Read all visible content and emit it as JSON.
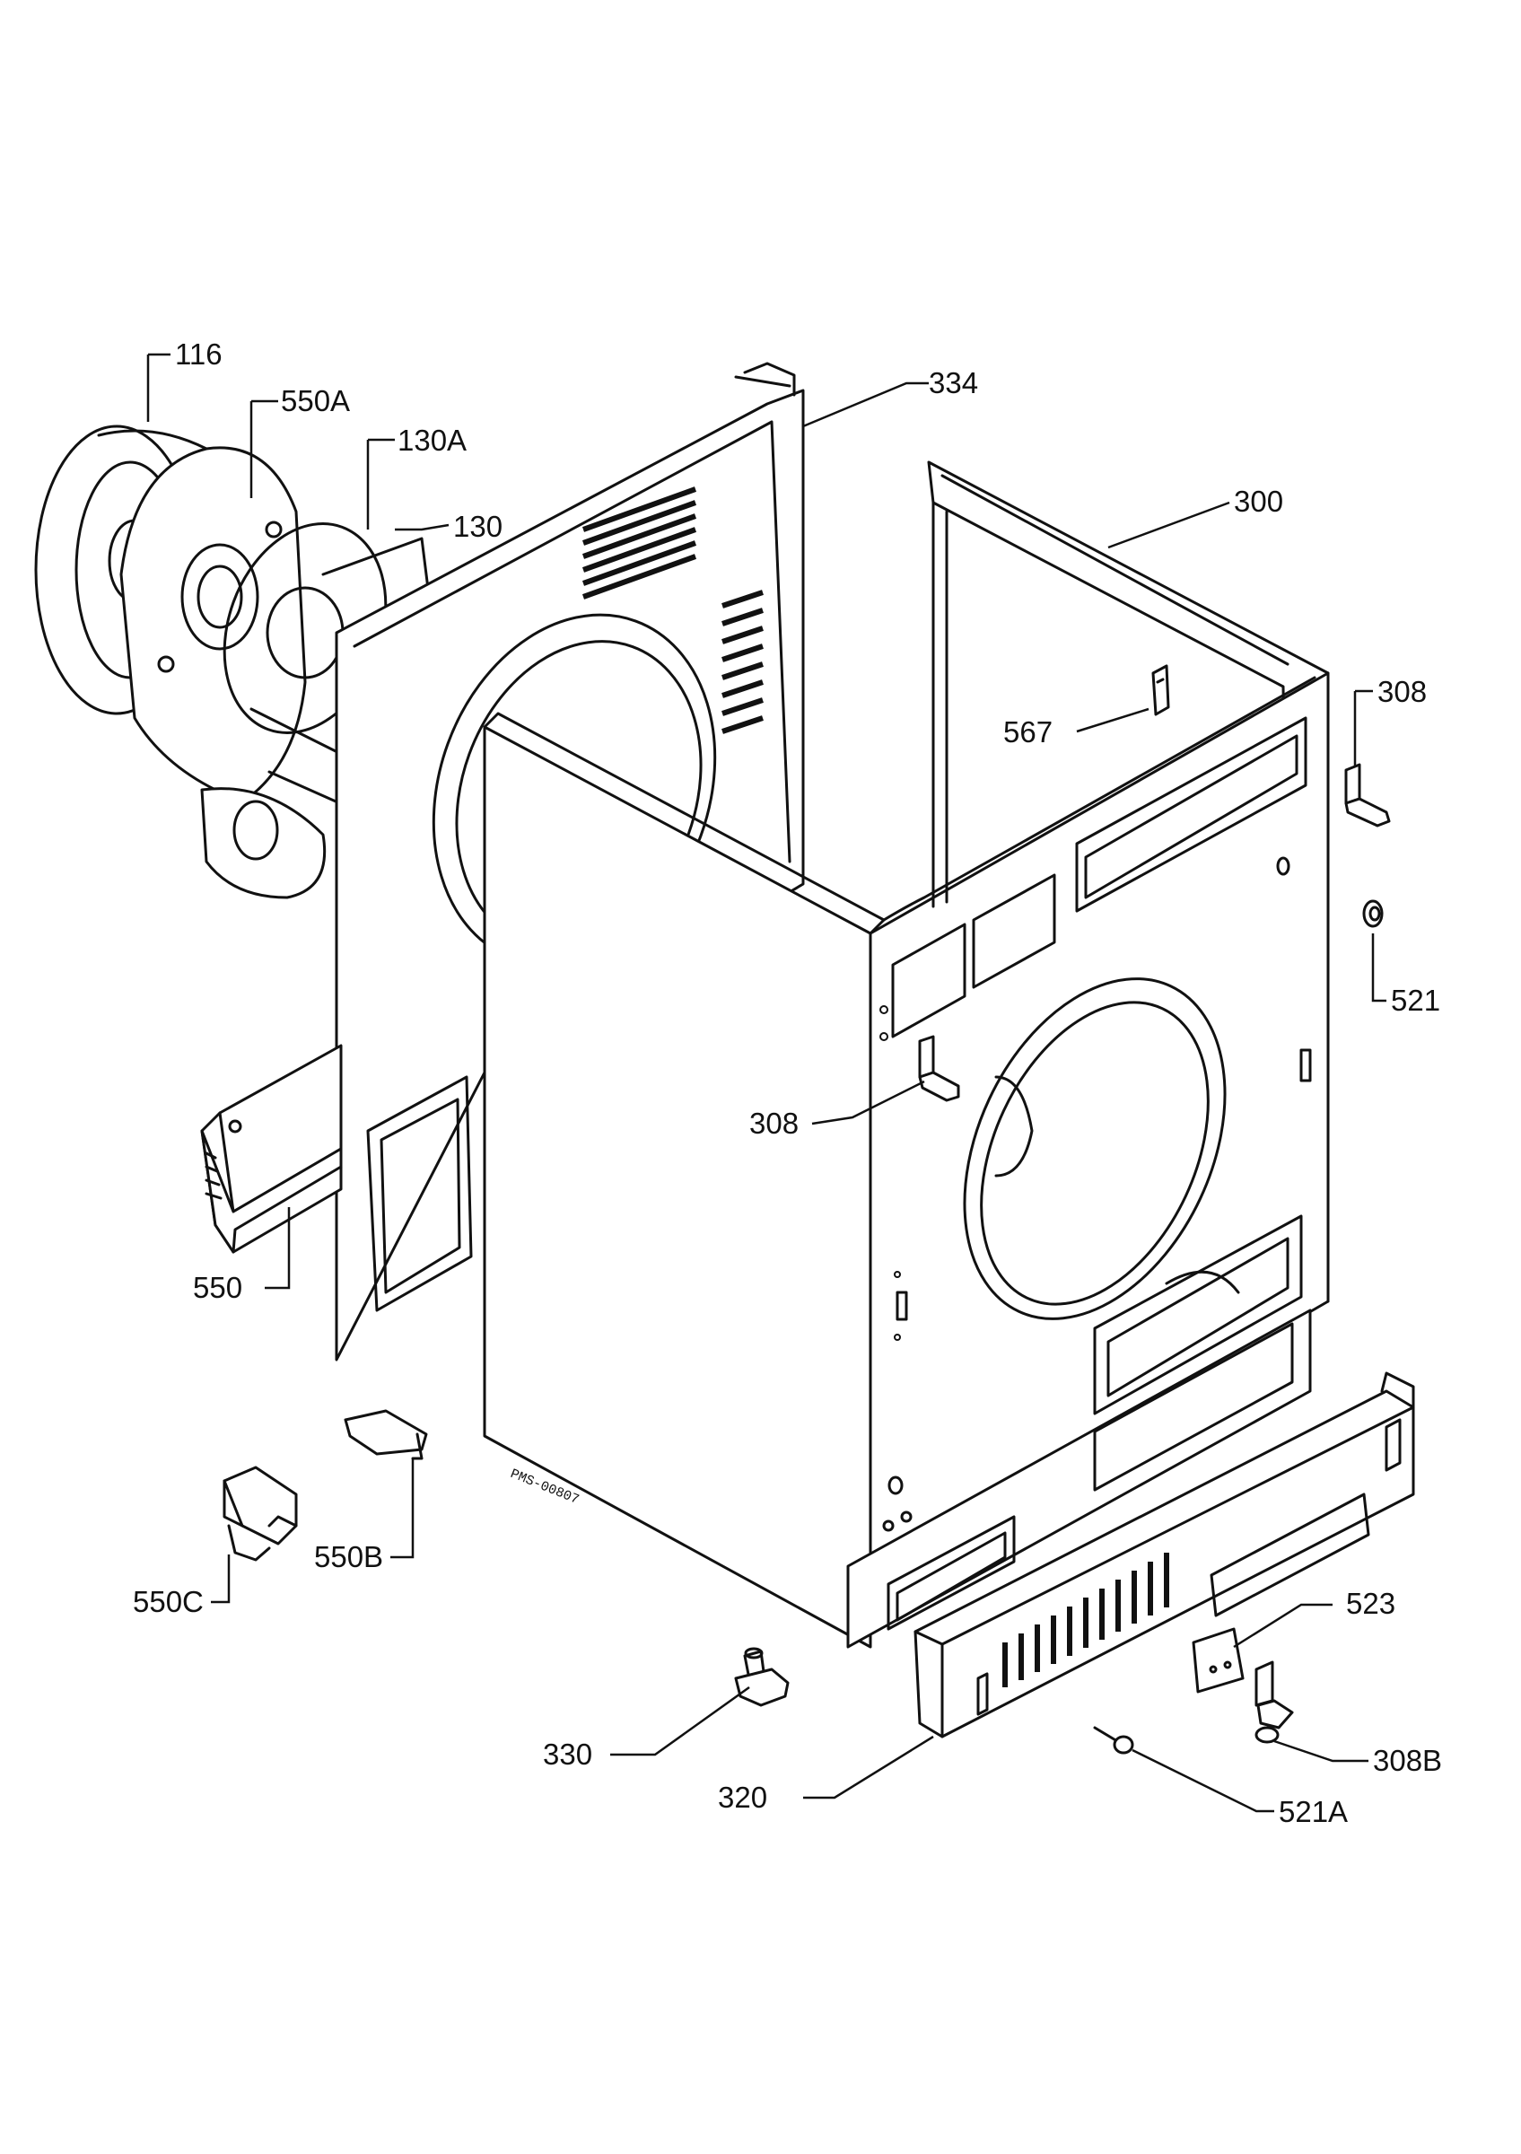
{
  "labels": {
    "l116": "116",
    "l550A": "550A",
    "l130A": "130A",
    "l130": "130",
    "l334": "334",
    "l300": "300",
    "l308_right": "308",
    "l567": "567",
    "l521": "521",
    "l308_mid": "308",
    "l550": "550",
    "l550B": "550B",
    "l550C": "550C",
    "l523": "523",
    "l330": "330",
    "l320": "320",
    "l308B": "308B",
    "l521A": "521A"
  },
  "stamp": "PMS-00807"
}
